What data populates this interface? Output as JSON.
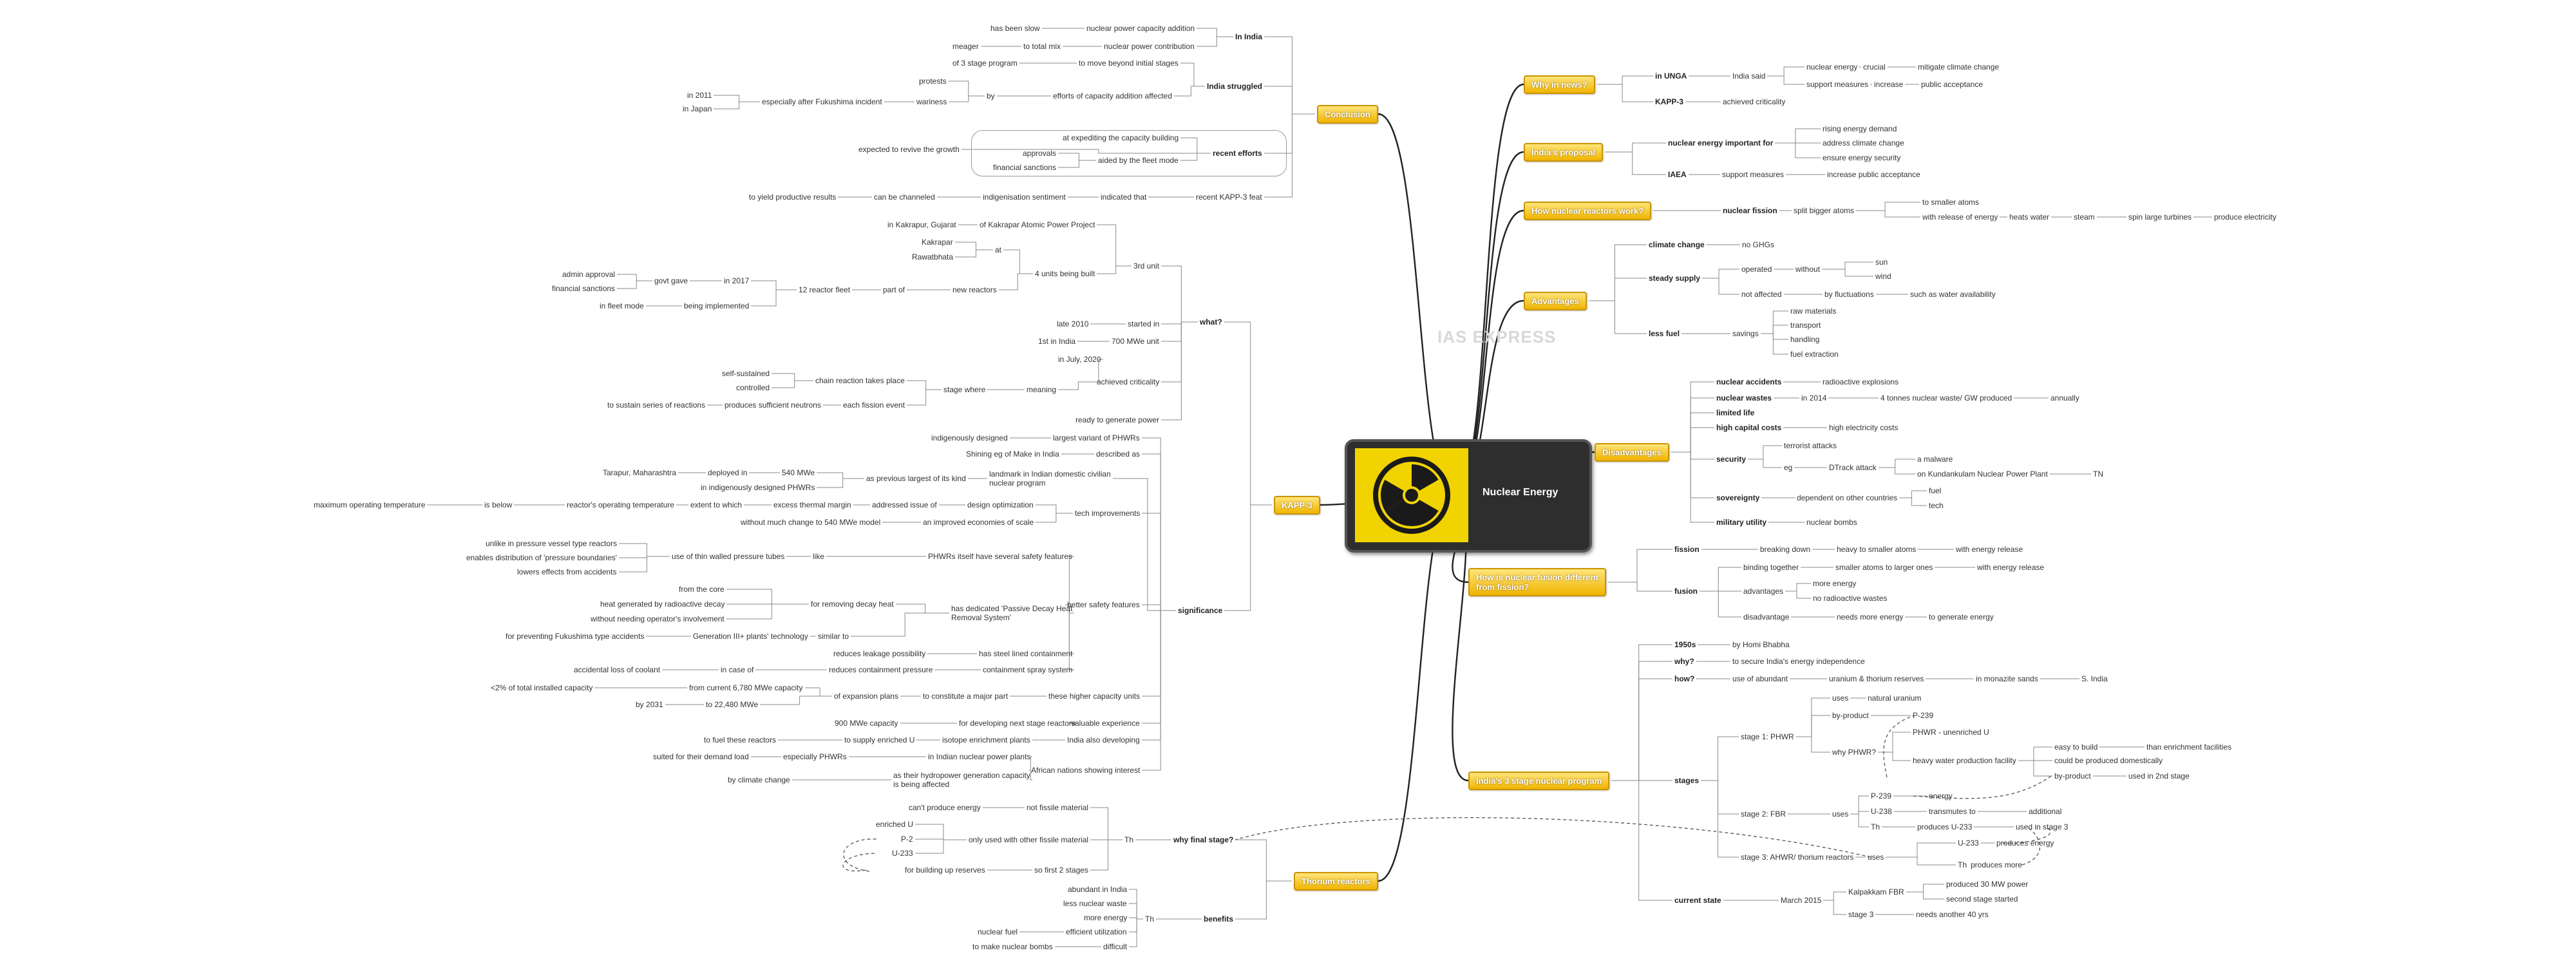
{
  "central": {
    "title": "Nuclear Energy",
    "image": "radiation-trefoil-icon"
  },
  "watermark": "IAS EXPRESS",
  "branches": {
    "why_news": "Why in news?",
    "proposal": "India's proposal",
    "how_work": "How nuclear reactors work?",
    "advantages": "Advantages",
    "disadvantages": "Disadvantages",
    "fusion_diff": "How is nuclear fusion different\nfrom fission?",
    "three_stage": "India's 3 stage nuclear program",
    "conclusion": "Conclusion",
    "kapp3": "KAPP-3",
    "thorium": "Thorium reactors"
  },
  "why_news": {
    "unga": "in UNGA",
    "india_said": "India said",
    "nuclear_energy": "nuclear energy",
    "crucial": "crucial",
    "mitigate": "mitigate climate change",
    "support_measures": "support measures",
    "increase": "increase",
    "public_acceptance": "public acceptance",
    "kapp3": "KAPP-3",
    "achieved_criticality": "achieved criticality"
  },
  "proposal": {
    "important_for": "nuclear energy important for",
    "rising": "rising energy demand",
    "address_climate": "address climate change",
    "energy_security": "ensure energy security",
    "iaea": "IAEA",
    "support_measures": "support measures",
    "increase_public": "increase public acceptance"
  },
  "how_work": {
    "fission": "nuclear fission",
    "split": "split bigger atoms",
    "smaller": "to smaller atoms",
    "release": "with release of energy",
    "heats": "heats water",
    "steam": "steam",
    "spin": "spin large turbines",
    "produce": "produce electricity"
  },
  "advantages": {
    "climate": "climate change",
    "no_ghg": "no GHGs",
    "steady": "steady supply",
    "operated": "operated",
    "without": "without",
    "sun": "sun",
    "wind": "wind",
    "not_affected": "not affected",
    "by_fluct": "by fluctuations",
    "water": "such as water availability",
    "less_fuel": "less fuel",
    "savings": "savings",
    "raw": "raw materials",
    "transport": "transport",
    "handling": "handling",
    "extraction": "fuel extraction"
  },
  "disadvantages": {
    "accidents": "nuclear accidents",
    "radioactive": "radioactive explosions",
    "wastes": "nuclear wastes",
    "in2014": "in 2014",
    "tonnes": "4 tonnes nuclear waste/ GW produced",
    "annually": "annually",
    "limited": "limited life",
    "capital": "high capital costs",
    "high_cost": "high electricity costs",
    "security": "security",
    "terrorist": "terrorist attacks",
    "eg": "eg",
    "dtrack": "DTrack attack",
    "malware": "a malware",
    "kudankulam": "on Kundankulam Nuclear Power Plant",
    "tn": "TN",
    "sovereignty": "sovereignty",
    "dependent": "dependent on other countries",
    "fuel": "fuel",
    "tech": "tech",
    "military": "military utility",
    "bombs": "nuclear bombs"
  },
  "fusion_diff": {
    "fission": "fission",
    "breaking": "breaking down",
    "heavy": "heavy to smaller atoms",
    "with_release": "with energy release",
    "fusion": "fusion",
    "binding": "binding together",
    "smaller_larger": "smaller atoms to larger ones",
    "with_release2": "with energy release",
    "advantages": "advantages",
    "more_energy": "more energy",
    "no_waste": "no radioactive wastes",
    "disadvantage": "disadvantage",
    "needs_more": "needs more energy",
    "to_generate": "to generate energy"
  },
  "three_stage": {
    "y1950s": "1950s",
    "bhabha": "by Homi Bhabha",
    "why": "why?",
    "independence": "to secure India's energy independence",
    "how": "how?",
    "use_of": "use of abundant",
    "ut_reserves": "uranium & thorium reserves",
    "monazite": "in monazite sands",
    "s_india": "S. India",
    "stages": "stages",
    "stage1": "stage 1: PHWR",
    "uses": "uses",
    "nat_u": "natural uranium",
    "by_product": "by-product",
    "pu239": "P-239",
    "why_phwr": "why PHWR?",
    "phwr_unenriched": "PHWR - unenriched U",
    "easy_build": "easy to build",
    "than_enrich": "than enrichment facilities",
    "heavy_water": "heavy water production facility",
    "domestic": "could be produced domestically",
    "by_product2": "by-product",
    "used_2nd": "used in 2nd stage",
    "stage2": "stage 2: FBR",
    "uses2": "uses",
    "pu239b": "P-239",
    "energy": "energy",
    "u238": "U-238",
    "transmutes": "transmutes to",
    "additional": "additional",
    "th": "Th",
    "produces_u233": "produces U-233",
    "used_3rd": "used in stage 3",
    "stage3": "stage 3: AHWR/ thorium reactors",
    "uses3": "uses",
    "u233": "U-233",
    "produces_energy": "produces energy",
    "th2": "Th",
    "produces_more": "produces more",
    "current": "current state",
    "march2015": "March 2015",
    "kalpakkam": "Kalpakkam FBR",
    "produced": "produced 30 MW power",
    "second": "second stage started",
    "stage3b": "stage 3",
    "needs_40": "needs another 40 yrs"
  },
  "conclusion": {
    "in_india": "In India",
    "slow": "has been slow",
    "capacity_addition": "nuclear power capacity addition",
    "meager": "meager",
    "total_mix": "to total mix",
    "contribution": "nuclear power contribution",
    "struggled": "India struggled",
    "stage3prog": "of 3 stage program",
    "move_beyond": "to move beyond initial stages",
    "protests": "protests",
    "by": "by",
    "efforts": "efforts of capacity addition affected",
    "in2011": "in 2011",
    "in_japan": "in Japan",
    "after_fukushima": "especially after Fukushima incident",
    "wariness": "wariness",
    "recent_efforts": "recent efforts",
    "expediting": "at expediting the capacity building",
    "approvals": "approvals",
    "fleet_mode": "aided by the fleet mode",
    "fin_sanctions": "financial sanctions",
    "revive": "expected to revive the growth",
    "can_channel": "can be channeled",
    "indigenisation": "indigenisation sentiment",
    "indicated": "indicated that",
    "kapp_feat": "recent KAPP-3 feat",
    "productive": "to yield productive results"
  },
  "kapp3": {
    "what": "what?",
    "third_unit": "3rd unit",
    "of_kakrapar": "of Kakrapar Atomic Power Project",
    "in_kakrapur": "in Kakrapur, Gujarat",
    "at": "at",
    "kakrapar": "Kakrapar",
    "rawatbhata": "Rawatbhata",
    "units_built": "4 units being built",
    "new_reactors": "new reactors",
    "part_of": "part of",
    "fleet12": "12 reactor fleet",
    "in2017": "in 2017",
    "govt_gave": "govt gave",
    "admin_approval": "admin approval",
    "fin_sanctions": "financial sanctions",
    "being_impl": "being implemented",
    "fleet_mode": "in fleet mode",
    "started_in": "started in",
    "late2010": "late 2010",
    "mwe700": "700 MWe unit",
    "first_india": "1st in India",
    "criticality": "achieved criticality",
    "july2020": "in July, 2020",
    "meaning": "meaning",
    "stage_where": "stage where",
    "chain": "chain reaction takes place",
    "self_sustained": "self-sustained",
    "controlled": "controlled",
    "each_fission": "each fission event",
    "neutrons": "produces sufficient neutrons",
    "sustain": "to sustain series of reactions",
    "ready": "ready to generate power",
    "significance": "significance",
    "largest_variant": "largest variant of PHWRs",
    "indig_designed": "indigenously designed",
    "described_as": "described as",
    "shining": "Shining eg of Make in India",
    "landmark": "landmark in Indian domestic civilian\nnuclear program",
    "previous_largest": "as previous largest of its kind",
    "mw540": "540 MWe",
    "deployed": "deployed in",
    "tarapur": "Tarapur, Maharashtra",
    "indig_phwrs": "in indigenously designed PHWRs",
    "tech_improv": "tech improvements",
    "design_opt": "design optimization",
    "addressed": "addressed issue of",
    "excess_margin": "excess thermal margin",
    "extent": "extent to which",
    "op_temp": "reactor's operating temperature",
    "is_below": "is below",
    "max_temp": "maximum operating temperature",
    "economies": "an improved economies of scale",
    "without_change": "without much change to 540 MWe model",
    "better_safety": "better safety features",
    "like": "like",
    "phwr_safety": "PHWRs itself have several safety features",
    "thin_walled": "use of thin walled pressure tubes",
    "unlike": "unlike in pressure vessel type reactors",
    "distribution": "enables distribution of 'pressure boundaries'",
    "lowers": "lowers effects from accidents",
    "passive": "has dedicated 'Passive Decay Heat\nRemoval System'",
    "removing": "for removing decay heat",
    "from_core": "from the core",
    "heat_gen": "heat generated by radioactive decay",
    "without_op": "without needing operator's involvement",
    "similar": "similar to",
    "gen3": "Generation III+ plants' technology",
    "fukushima": "for preventing Fukushima type accidents",
    "steel_lined": "has steel lined containment",
    "reduces_leak": "reduces leakage possibility",
    "spray": "containment spray system",
    "reduces_press": "reduces containment pressure",
    "in_case": "in case of",
    "loca": "accidental loss of coolant",
    "higher_cap": "these higher capacity units",
    "major_part": "to constitute a major part",
    "expansion": "of expansion plans",
    "from_6780": "from current 6,780 MWe  capacity",
    "pct2": "<2% of total installed capacity",
    "to_22480": "to 22,480 MWe",
    "by2031": "by 2031",
    "valuable": "valuable experience",
    "developing": "for developing next stage reactors",
    "mw900": "900 MWe capacity",
    "isotope": "India also developing",
    "isotope_plants": "isotope enrichment plants",
    "enriched_u": "to supply enriched U",
    "fuel_reactors": "to fuel these reactors",
    "african": "African nations showing interest",
    "in_indian": "in Indian nuclear power plants",
    "esp_phwrs": "especially PHWRs",
    "suited": "suited for their demand load",
    "hydropower": "as their hydropower generation capacity\nis being affected",
    "by_climate": "by climate change"
  },
  "thorium": {
    "why_final": "why final stage?",
    "th": "Th",
    "not_fissile": "not fissile material",
    "cant_produce": "can't produce energy",
    "only_used": "only used with other fissile material",
    "enriched_u": "enriched U",
    "pu": "P-2",
    "u233": "U-233",
    "so_first": "so first 2 stages",
    "reserves": "for building up reserves",
    "benefits": "benefits",
    "th2": "Th",
    "abundant": "abundant in India",
    "less_waste": "less nuclear waste",
    "more_energy": "more energy",
    "efficient": "efficient utilization",
    "nuclear_fuel": "nuclear fuel",
    "difficult": "difficult",
    "bombs": "to make nuclear bombs"
  },
  "colors": {
    "branch": "#f3c10f",
    "branch_border": "#c99500",
    "central_bg": "#2e2e2e",
    "line": "#8a8a8a",
    "accent_line": "#222222"
  }
}
